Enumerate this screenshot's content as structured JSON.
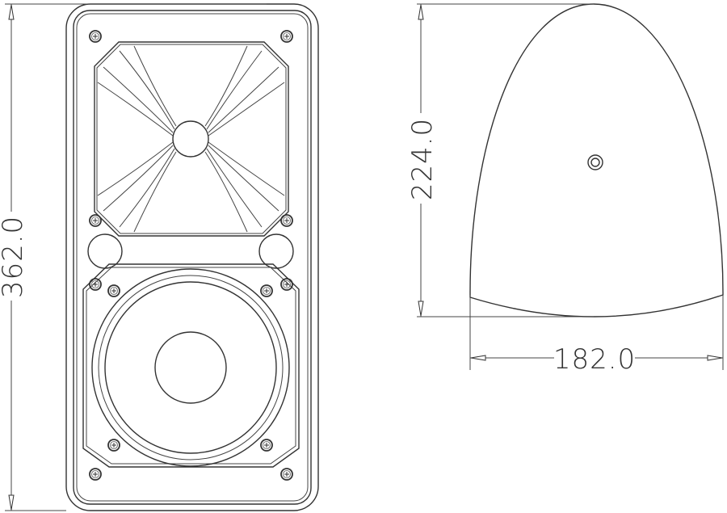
{
  "drawing": {
    "front_view": {
      "height_dimension": "362.0"
    },
    "side_view": {
      "depth_dimension": "224.0",
      "width_dimension": "182.0"
    },
    "line_color": "#333333",
    "background_color": "#ffffff"
  }
}
